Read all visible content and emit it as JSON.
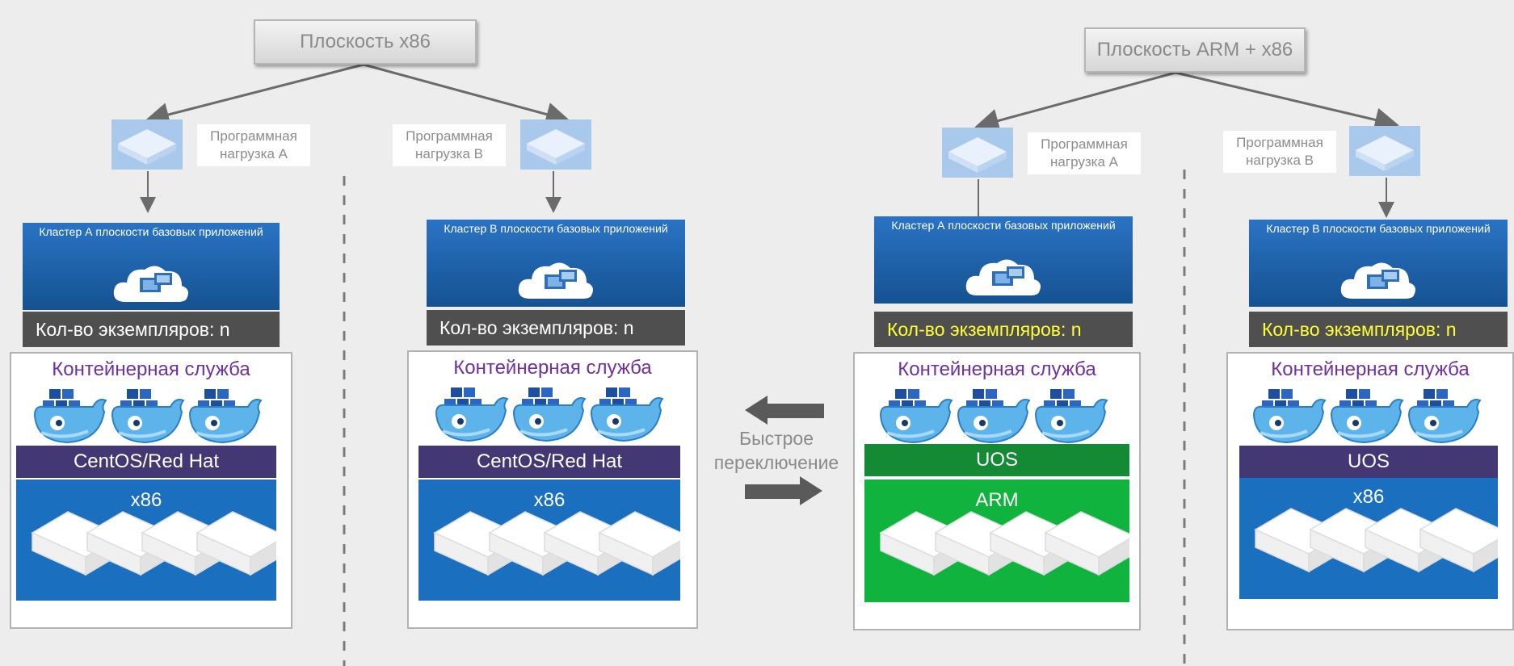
{
  "planes": [
    {
      "title": "Плоскость x86",
      "workloads": [
        {
          "label": "Программная нагрузка A"
        },
        {
          "label": "Программная нагрузка B"
        }
      ],
      "stacks": [
        {
          "cluster": "Кластер А плоскости базовых приложений",
          "instances": "Кол-во экземпляров: n",
          "instances_highlight": false,
          "service": "Контейнерная служба",
          "os": "CentOS/Red Hat",
          "arch": "x86",
          "hw_color": "#1a6fbf",
          "os_color": "#433873"
        },
        {
          "cluster": "Кластер B плоскости базовых приложений",
          "instances": "Кол-во экземпляров: n",
          "instances_highlight": false,
          "service": "Контейнерная служба",
          "os": "CentOS/Red Hat",
          "arch": "x86",
          "hw_color": "#1a6fbf",
          "os_color": "#433873"
        }
      ]
    },
    {
      "title": "Плоскость ARM + x86",
      "workloads": [
        {
          "label": "Программная нагрузка A"
        },
        {
          "label": "Программная нагрузка B"
        }
      ],
      "stacks": [
        {
          "cluster": "Кластер А плоскости базовых приложений",
          "instances": "Кол-во экземпляров: n",
          "instances_highlight": true,
          "service": "Контейнерная служба",
          "os": "UOS",
          "arch": "ARM",
          "hw_color": "#0fb33e",
          "os_color": "#138a33"
        },
        {
          "cluster": "Кластер B плоскости базовых приложений",
          "instances": "Кол-во экземпляров: n",
          "instances_highlight": true,
          "service": "Контейнерная служба",
          "os": "UOS",
          "arch": "x86",
          "hw_color": "#1a6fbf",
          "os_color": "#433873"
        }
      ]
    }
  ],
  "switch": {
    "line1": "Быстрое",
    "line2": "переключение"
  },
  "icons": {
    "workload": "server-icon",
    "cluster": "cloud-app-icon",
    "container": "docker-whale-icon",
    "hardware": "server-rack-icon",
    "arrows": "bidirectional-arrow-icon"
  }
}
